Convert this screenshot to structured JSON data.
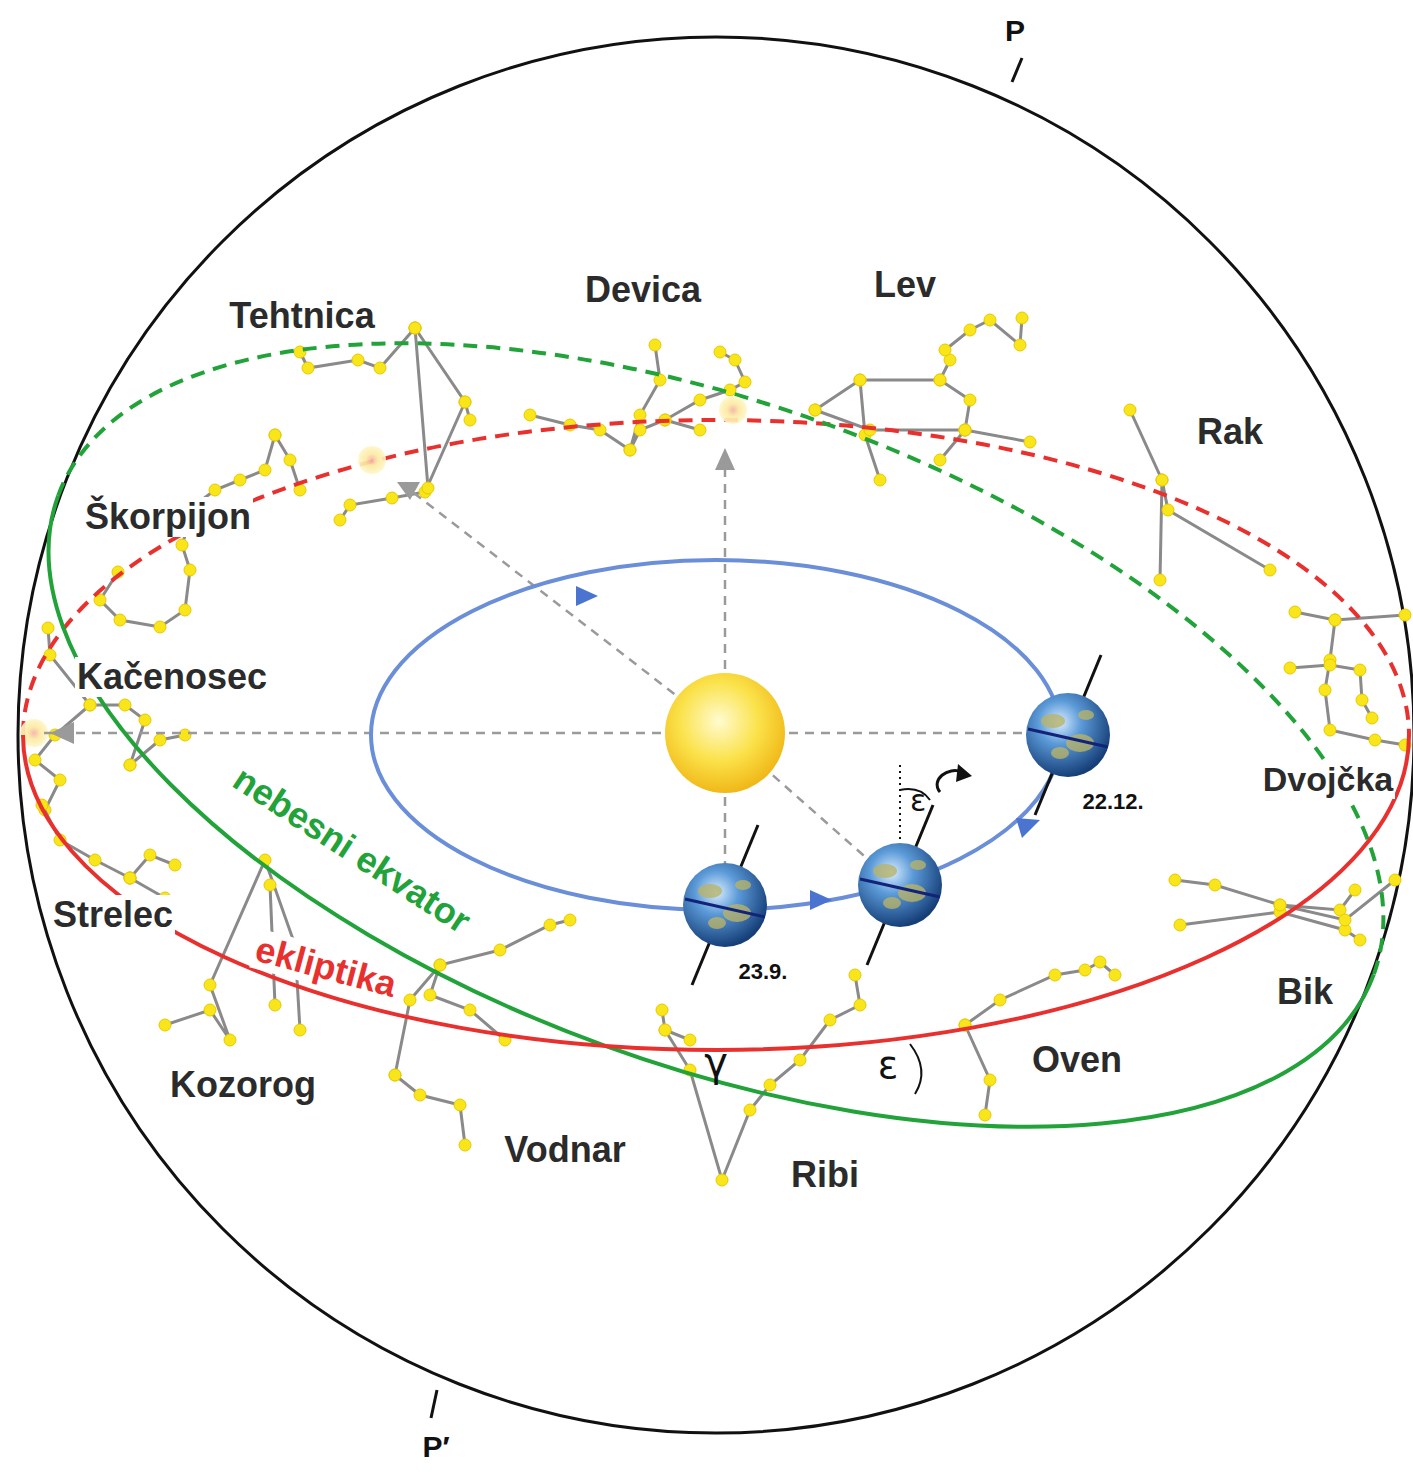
{
  "diagram": {
    "labels": [
      "P",
      "P′",
      "Tehtnica",
      "Devica",
      "Lev",
      "Rak",
      "Škorpijon",
      "Kačenosec",
      "Dvojčka",
      "Strelec",
      "Bik",
      "Kozorog",
      "Vodnar",
      "Ribi",
      "Oven",
      "nebesni ekvator",
      "ekliptika",
      "γ",
      "ε",
      "ε",
      "22.12.",
      "23.9."
    ]
  }
}
